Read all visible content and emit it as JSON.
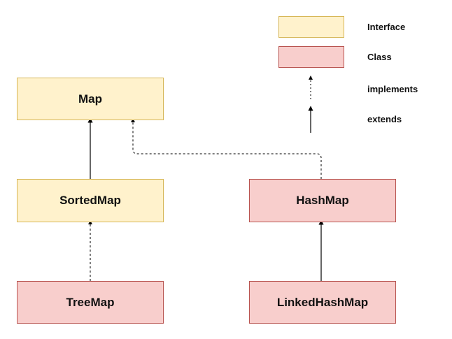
{
  "colors": {
    "interface_fill": "#fff2cc",
    "interface_border": "#d6b656",
    "class_fill": "#f8cecc",
    "class_border": "#b85450",
    "line": "#000000"
  },
  "nodes": {
    "map": {
      "label": "Map",
      "kind": "interface"
    },
    "sorted_map": {
      "label": "SortedMap",
      "kind": "interface"
    },
    "hash_map": {
      "label": "HashMap",
      "kind": "class"
    },
    "tree_map": {
      "label": "TreeMap",
      "kind": "class"
    },
    "linked_hash_map": {
      "label": "LinkedHashMap",
      "kind": "class"
    }
  },
  "edges": [
    {
      "from": "SortedMap",
      "to": "Map",
      "type": "extends"
    },
    {
      "from": "HashMap",
      "to": "Map",
      "type": "implements"
    },
    {
      "from": "TreeMap",
      "to": "SortedMap",
      "type": "implements"
    },
    {
      "from": "LinkedHashMap",
      "to": "HashMap",
      "type": "extends"
    }
  ],
  "legend": {
    "interface": "Interface",
    "class": "Class",
    "implements": "implements",
    "extends": "extends"
  }
}
